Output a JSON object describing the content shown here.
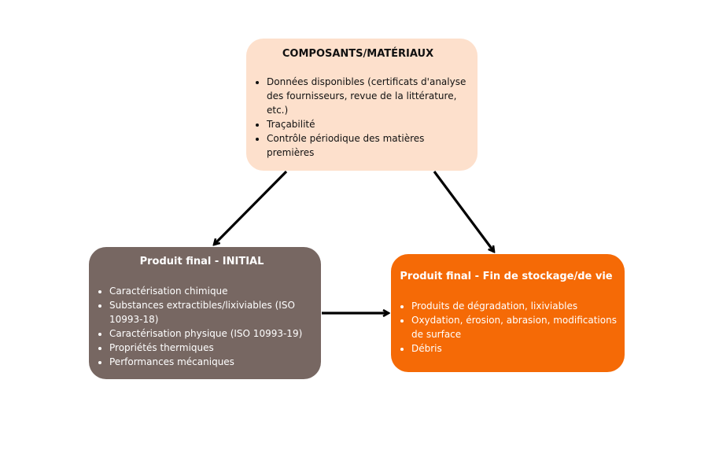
{
  "boxes": {
    "top": {
      "title": "COMPOSANTS/MATÉRIAUX",
      "items": [
        "Données disponibles (certificats d'analyse des fournisseurs, revue de la littérature, etc.)",
        "Traçabilité",
        "Contrôle périodique des matières premières"
      ]
    },
    "left": {
      "title": "Produit final - INITIAL",
      "items": [
        "Caractérisation chimique",
        "Substances extractibles/lixiviables (ISO 10993-18)",
        "Caractérisation physique (ISO 10993-19)",
        "Propriétés thermiques",
        "Performances mécaniques"
      ]
    },
    "right": {
      "title": "Produit final - Fin de stockage/de vie",
      "items": [
        "Produits de dégradation, lixiviables",
        "Oxydation, érosion, abrasion, modifications de surface",
        "Débris"
      ]
    }
  },
  "colors": {
    "top_box": "#fde0cc",
    "left_box": "#776762",
    "right_box": "#f56a06",
    "arrow": "#000000"
  }
}
